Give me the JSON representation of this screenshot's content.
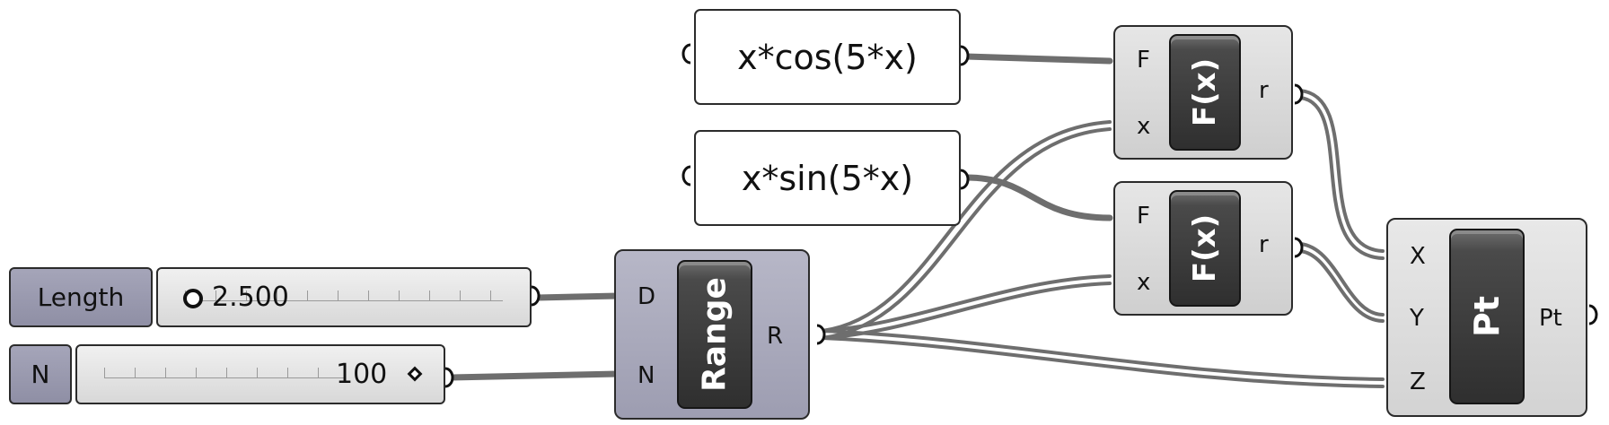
{
  "expressions": [
    {
      "text": "x*cos(5*x)"
    },
    {
      "text": "x*sin(5*x)"
    }
  ],
  "sliders": {
    "length": {
      "label": "Length",
      "value": "2.500"
    },
    "n": {
      "label": "N",
      "value": "100"
    }
  },
  "range": {
    "title": "Range",
    "inputs": [
      "D",
      "N"
    ],
    "output": "R"
  },
  "fx_cos": {
    "title": "F(x)",
    "inputs": [
      "F",
      "x"
    ],
    "output": "r"
  },
  "fx_sin": {
    "title": "F(x)",
    "inputs": [
      "F",
      "x"
    ],
    "output": "r"
  },
  "pt": {
    "title": "Pt",
    "inputs": [
      "X",
      "Y",
      "Z"
    ],
    "output": "Pt"
  },
  "colors": {
    "wire": "#6e6e6e",
    "component": "#d9d9d9",
    "slider_label": "#9a9aae",
    "core": "#333333"
  }
}
